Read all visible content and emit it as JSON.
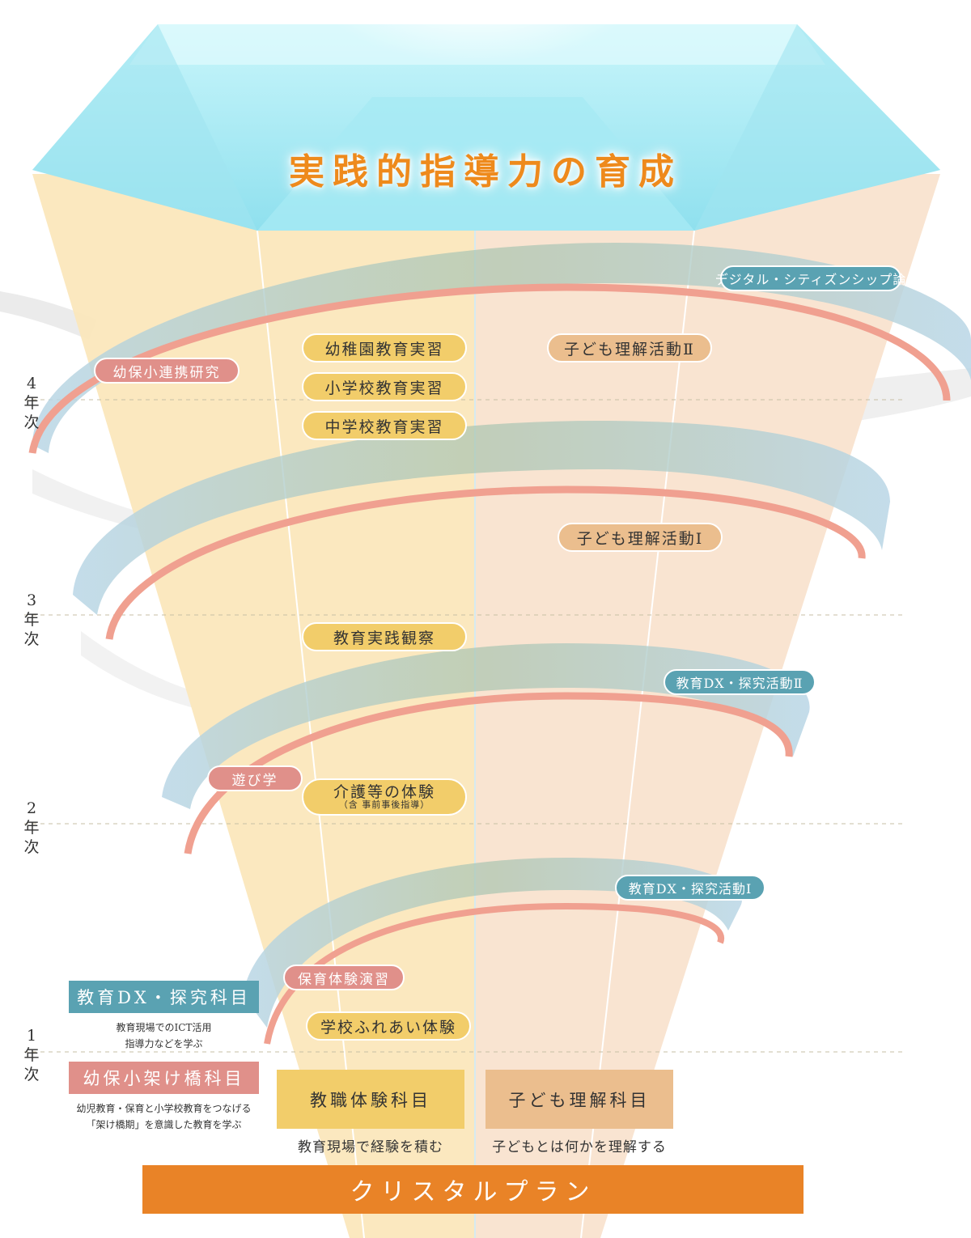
{
  "title": "実践的指導力の育成",
  "years": [
    "1\n年\n次",
    "2\n年\n次",
    "3\n年\n次",
    "4\n年\n次"
  ],
  "yellow_items": [
    "幼稚園教育実習",
    "小学校教育実習",
    "中学校教育実習",
    "教育実践観察",
    "介護等の体験",
    "学校ふれあい体験"
  ],
  "yellow_sub": "（含 事前事後指導）",
  "orange_items": [
    "子ども理解活動Ⅱ",
    "子ども理解活動Ⅰ"
  ],
  "red_items": [
    "幼保小連携研究",
    "遊び学",
    "保育体験演習"
  ],
  "teal_items": [
    "デジタル・シティズンシップ論",
    "教育DX・探究活動Ⅱ",
    "教育DX・探究活動Ⅰ"
  ],
  "legend": {
    "dx_title": "教育DX・探究科目",
    "dx_desc": "教育現場でのICT活用\n指導力などを学ぶ",
    "bridge_title": "幼保小架け橋科目",
    "bridge_desc": "幼児教育・保育と小学校教育をつなげる\n「架け橋期」を意識した教育を学ぶ",
    "teaching_title": "教職体験科目",
    "teaching_desc": "教育現場で経験を積む",
    "child_title": "子ども理解科目",
    "child_desc": "子どもとは何かを理解する"
  },
  "base": "クリスタルプラン",
  "colors": {
    "accent_title": "#ee8a1c",
    "teal": "#5aa2b2",
    "red": "#e0908a",
    "yellow": "#f2cd6a",
    "peach": "#ebbe8e",
    "crystal": "#e98327"
  }
}
